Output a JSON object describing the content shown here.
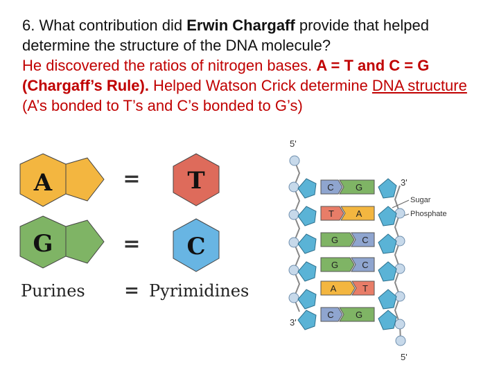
{
  "question": {
    "prefix": "6. What contribution did ",
    "name": "Erwin Chargaff",
    "suffix": " provide that helped determine the structure of the DNA molecule?"
  },
  "answer": {
    "part1": "He discovered the ratios of nitrogen bases.  ",
    "rule": "A = T and C = G (Chargaff’s Rule).",
    "part2": "  Helped Watson Crick determine ",
    "underlined": "DNA structure",
    "part3": " (A’s bonded to T’s and C’s bonded to G’s)"
  },
  "pairing": {
    "pair1": {
      "purine": "A",
      "pyrimidine": "T"
    },
    "pair2": {
      "purine": "G",
      "pyrimidine": "C"
    },
    "equals": "=",
    "purines_label": "Purines",
    "pyrimidines_label": "Pyrimidines",
    "colors": {
      "A": "#f3b640",
      "T": "#de6b5b",
      "G": "#7fb465",
      "C": "#68b5e3"
    }
  },
  "dna": {
    "top_left_end": "5'",
    "top_right_end": "3'",
    "bottom_left_end": "3'",
    "bottom_right_end": "5'",
    "sugar_label": "Sugar",
    "phosphate_label": "Phosphate",
    "pairs": [
      {
        "left": "C",
        "right": "G"
      },
      {
        "left": "T",
        "right": "A"
      },
      {
        "left": "G",
        "right": "C"
      },
      {
        "left": "G",
        "right": "C"
      },
      {
        "left": "A",
        "right": "T"
      },
      {
        "left": "C",
        "right": "G"
      }
    ]
  }
}
